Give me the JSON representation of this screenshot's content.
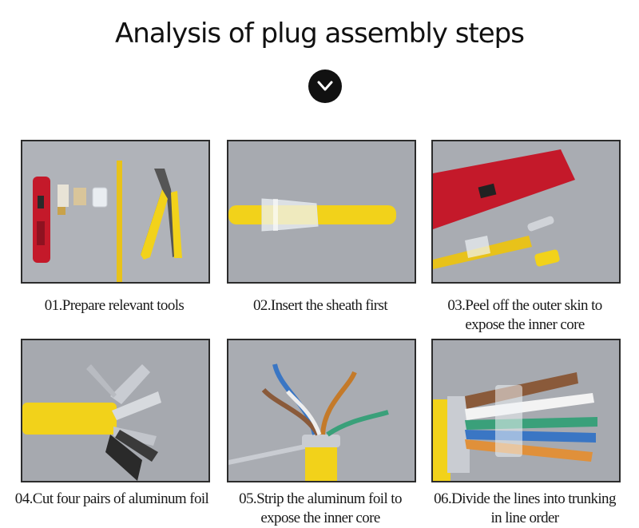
{
  "page": {
    "title": "Analysis of plug assembly steps",
    "badge_icon": "chevron-down-icon"
  },
  "steps": [
    {
      "lines": [
        "01.Prepare relevant tools"
      ],
      "image": "tools-photo"
    },
    {
      "lines": [
        "02.Insert the sheath first"
      ],
      "image": "sheath-photo"
    },
    {
      "lines": [
        "03.Peel off the outer skin to",
        "expose the inner core"
      ],
      "image": "peel-photo"
    },
    {
      "lines": [
        "04.Cut four pairs of aluminum foil"
      ],
      "image": "cut-foil-photo"
    },
    {
      "lines": [
        "05.Strip the aluminum foil to",
        "expose the inner core"
      ],
      "image": "strip-foil-photo"
    },
    {
      "lines": [
        "06.Divide the lines into trunking",
        "in line order"
      ],
      "image": "trunking-photo"
    }
  ],
  "colors": {
    "panel_bg": "#a9acb2",
    "cable_yellow": "#f2d21a",
    "stripper_red": "#c4192a",
    "foil_silver": "#c9ccd2"
  }
}
